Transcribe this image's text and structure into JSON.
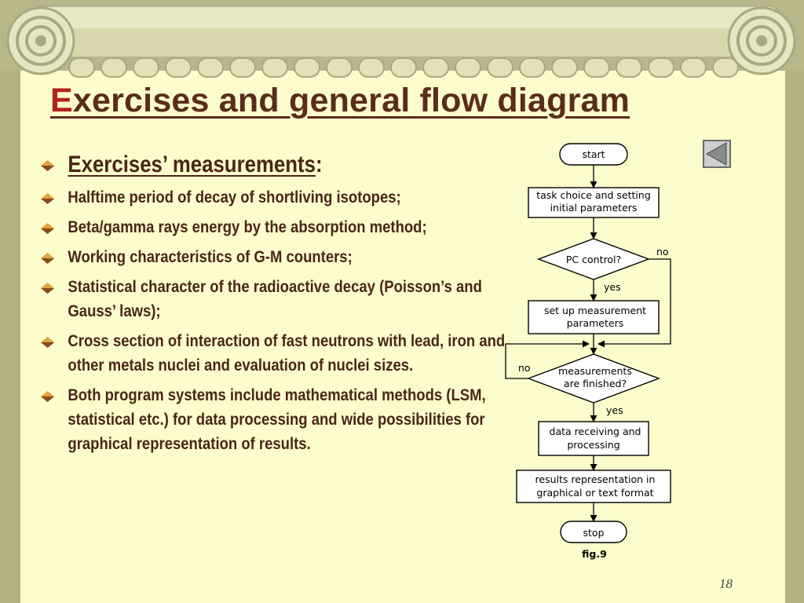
{
  "title_first": "E",
  "title_rest": "xercises and general flow diagram",
  "heading": "Exercises’ measurements",
  "heading_suffix": ":",
  "bullets": [
    "Halftime period of decay of shortliving isotopes;",
    "Beta/gamma rays energy by the absorption method;",
    "Working characteristics of G-M counters;",
    "Statistical character of the radioactive decay (Poisson’s and Gauss’ laws);",
    "Cross section of interaction of fast neutrons with  lead, iron and other metals nuclei and evaluation of nuclei sizes.",
    "Both program systems include mathematical methods (LSM, statistical etc.) for data processing and wide possibilities for graphical representation of results."
  ],
  "flow": {
    "start": "start",
    "task_line1": "task choice and setting",
    "task_line2": "initial parameters",
    "pc_control": "PC control?",
    "no1": "no",
    "yes1": "yes",
    "setup_line1": "set up measurement",
    "setup_line2": "parameters",
    "meas_line1": "measurements",
    "meas_line2": "are finished?",
    "no2": "no",
    "yes2": "yes",
    "data_line1": "data receiving and",
    "data_line2": "processing",
    "results_line1": "results representation in",
    "results_line2": "graphical or text format",
    "stop": "stop",
    "caption": "fig.9"
  },
  "page_number": "18",
  "nav_icon": "triangle-left-icon",
  "colors": {
    "title": "#5a2d1a",
    "title_first": "#b02418",
    "text": "#4a2618",
    "paper": "#fdfccd",
    "frame": "#b8b78a"
  }
}
